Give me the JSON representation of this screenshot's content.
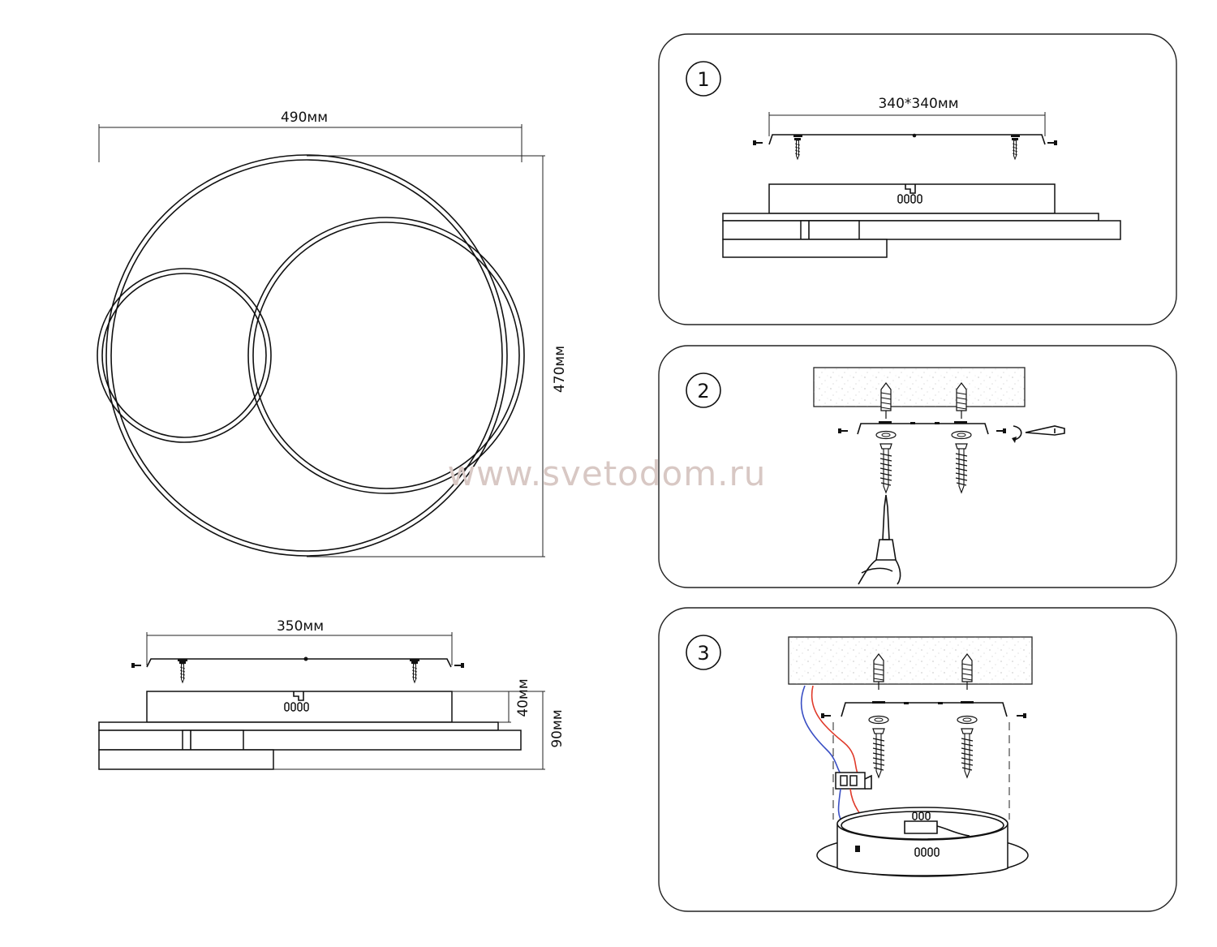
{
  "dimensions": {
    "top_width": "490мм",
    "top_height": "470мм",
    "side_width": "350мм",
    "side_small_height": "40мм",
    "side_total_height": "90мм",
    "bracket_size": "340*340мм"
  },
  "steps": [
    {
      "number": "1"
    },
    {
      "number": "2"
    },
    {
      "number": "3"
    }
  ],
  "watermark": "www.svetodom.ru",
  "colors": {
    "wire_red": "#e03a2a",
    "wire_blue": "#3a4fc4",
    "line": "#111111",
    "watermark": "#d8c8c4"
  }
}
